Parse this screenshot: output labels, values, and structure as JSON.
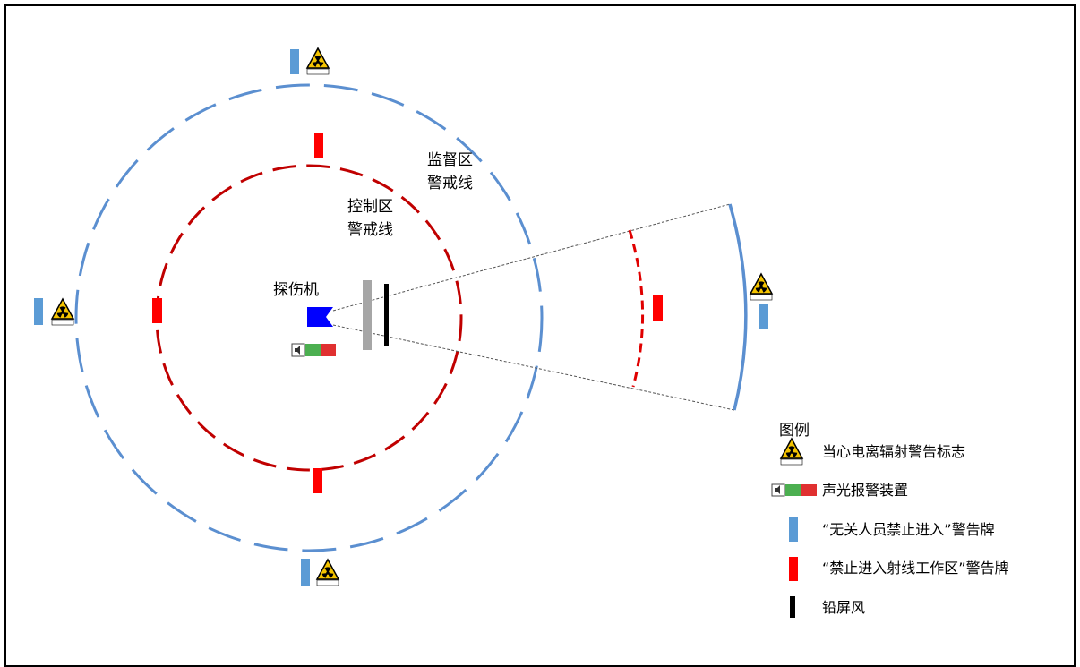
{
  "labels": {
    "supervision_zone": [
      "监督区",
      "警戒线"
    ],
    "control_zone": [
      "控制区",
      "警戒线"
    ],
    "machine": "探伤机"
  },
  "legend": {
    "title": "图例",
    "items": [
      {
        "icon": "radiation-warning-sign-icon",
        "text": "当心电离辐射警告标志"
      },
      {
        "icon": "sound-light-alarm-icon",
        "text": "声光报警装置"
      },
      {
        "icon": "blue-sign-icon",
        "text": "“无关人员禁止进入”警告牌"
      },
      {
        "icon": "red-sign-icon",
        "text": "“禁止进入射线工作区”警告牌"
      },
      {
        "icon": "lead-screen-icon",
        "text": "铅屏风"
      }
    ]
  },
  "sign_caption": "当心电离辐射",
  "colors": {
    "supervision_line": "#5b8fd0",
    "control_line": "#c00000",
    "blue_sign": "#5b9bd5",
    "red_sign": "#ff0000",
    "machine": "#0000ff",
    "alarm_green": "#4caf50",
    "alarm_red": "#e03030",
    "lead_screen_grey": "#a6a6a6",
    "lead_screen_black": "#000000"
  }
}
